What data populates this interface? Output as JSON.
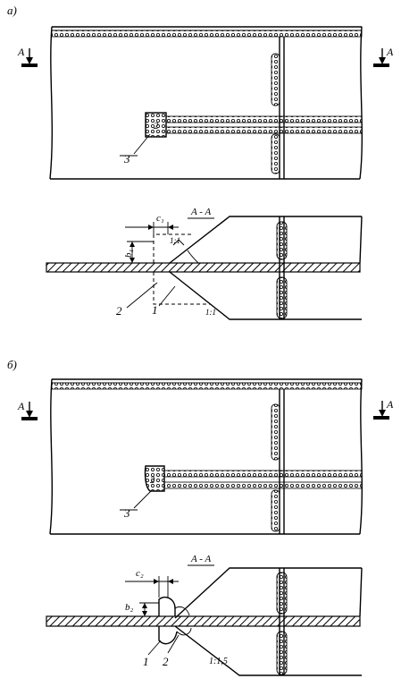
{
  "figure_a": {
    "tag": "а)",
    "section_arrow_left": "A",
    "section_arrow_right": "A",
    "part_3_label": "3",
    "part_2_inset": "2",
    "section_title": "A - A",
    "dim_c": "c₁",
    "dim_b": "b₁",
    "part_1": "1",
    "part_2": "2",
    "ratio_top": "1:1",
    "ratio_bottom": "1:1"
  },
  "figure_b": {
    "tag": "б)",
    "section_arrow_left": "A",
    "section_arrow_right": "A",
    "part_3_label": "3",
    "part_2_inset": "2",
    "section_title": "A - A",
    "dim_c": "c₂",
    "dim_b": "b₂",
    "part_1": "1",
    "part_2": "2",
    "ratio": "1:1,5"
  }
}
